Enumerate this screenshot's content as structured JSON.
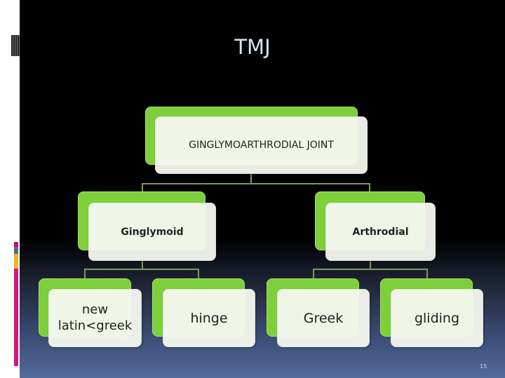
{
  "title": "TMJ",
  "root": "GINGLYMOARTHRODIAL JOINT",
  "children": [
    "Ginglymoid",
    "Arthrodial"
  ],
  "leaves": [
    "new latin<greek",
    "hinge",
    "Greek",
    "gliding"
  ],
  "page_number": "15",
  "colors": {
    "box_green": "#7ed03a",
    "box_face": "#f5f8f0",
    "accent_magenta": "#d6147c",
    "accent_yellow": "#f0b41e"
  }
}
